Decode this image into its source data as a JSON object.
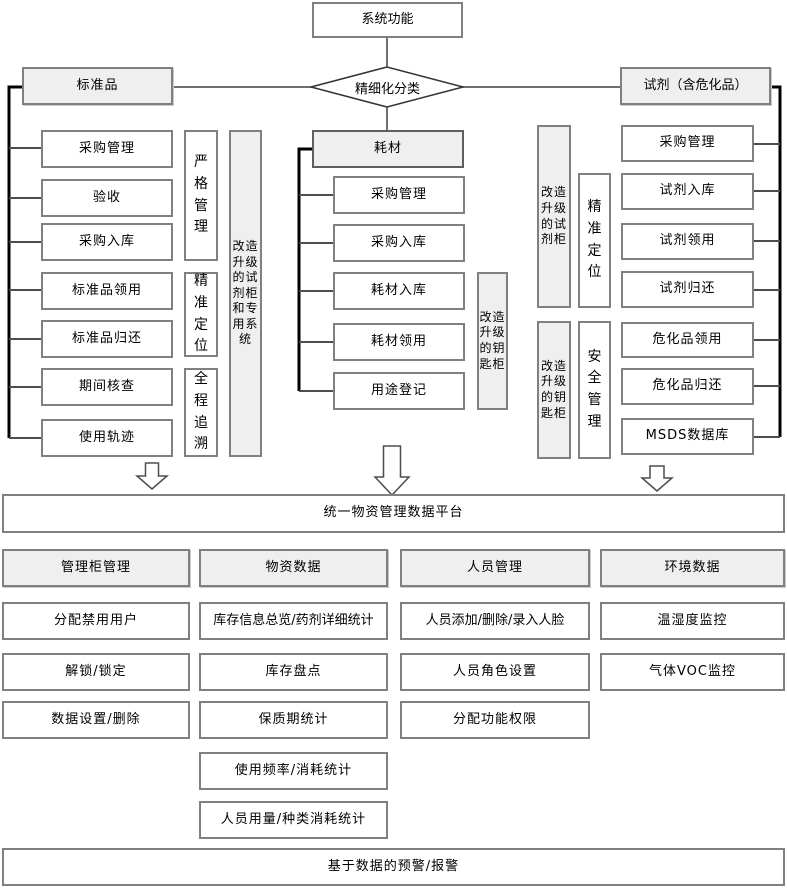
{
  "diagram": {
    "root": "系统功能",
    "classifier": "精细化分类",
    "standards": {
      "header": "标准品",
      "items": [
        "采购管理",
        "验收",
        "采购入库",
        "标准品领用",
        "标准品归还",
        "期间核查",
        "使用轨迹"
      ],
      "tags": [
        "严格管理",
        "精准定位",
        "全程追溯"
      ],
      "note": "改造升级的试剂柜和专用系统"
    },
    "consumables": {
      "header": "耗材",
      "items": [
        "采购管理",
        "采购入库",
        "耗材入库",
        "耗材领用",
        "用途登记"
      ],
      "note": "改造升级的钥匙柜"
    },
    "reagents": {
      "header": "试剂（含危化品）",
      "items": [
        "采购管理",
        "试剂入库",
        "试剂领用",
        "试剂归还",
        "危化品领用",
        "危化品归还",
        "MSDS数据库"
      ],
      "tags": [
        "精准定位",
        "安全管理"
      ],
      "notes": [
        "改造升级的试剂柜",
        "改造升级的钥匙柜"
      ]
    },
    "platform": "统一物资管理数据平台",
    "modules": [
      {
        "header": "管理柜管理",
        "items": [
          "分配禁用用户",
          "解锁/锁定",
          "数据设置/删除"
        ]
      },
      {
        "header": "物资数据",
        "items": [
          "库存信息总览/药剂详细统计",
          "库存盘点",
          "保质期统计",
          "使用频率/消耗统计",
          "人员用量/种类消耗统计"
        ]
      },
      {
        "header": "人员管理",
        "items": [
          "人员添加/删除/录入人脸",
          "人员角色设置",
          "分配功能权限"
        ]
      },
      {
        "header": "环境数据",
        "items": [
          "温湿度监控",
          "气体VOC监控"
        ]
      }
    ],
    "footer": "基于数据的预警/报警",
    "colors": {
      "box_border": "#808080",
      "gray_fill": "#efefef",
      "line": "#000000"
    }
  }
}
